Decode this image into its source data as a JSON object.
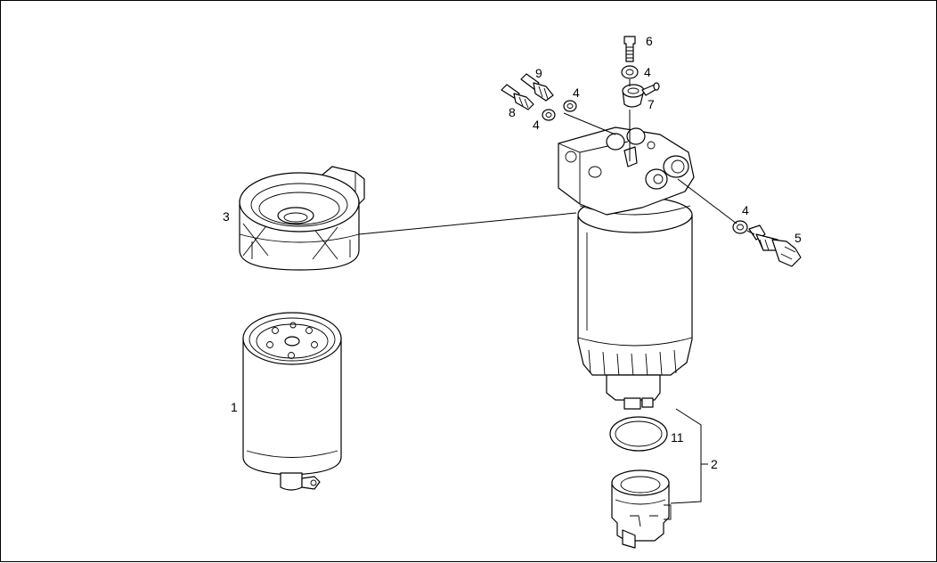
{
  "callouts": {
    "c1": "1",
    "c2": "2",
    "c3": "3",
    "c4a": "4",
    "c4b": "4",
    "c4c": "4",
    "c4d": "4",
    "c5": "5",
    "c6": "6",
    "c7": "7",
    "c8": "8",
    "c9": "9",
    "c11": "11"
  },
  "colors": {
    "line": "#000000",
    "background": "#ffffff"
  }
}
